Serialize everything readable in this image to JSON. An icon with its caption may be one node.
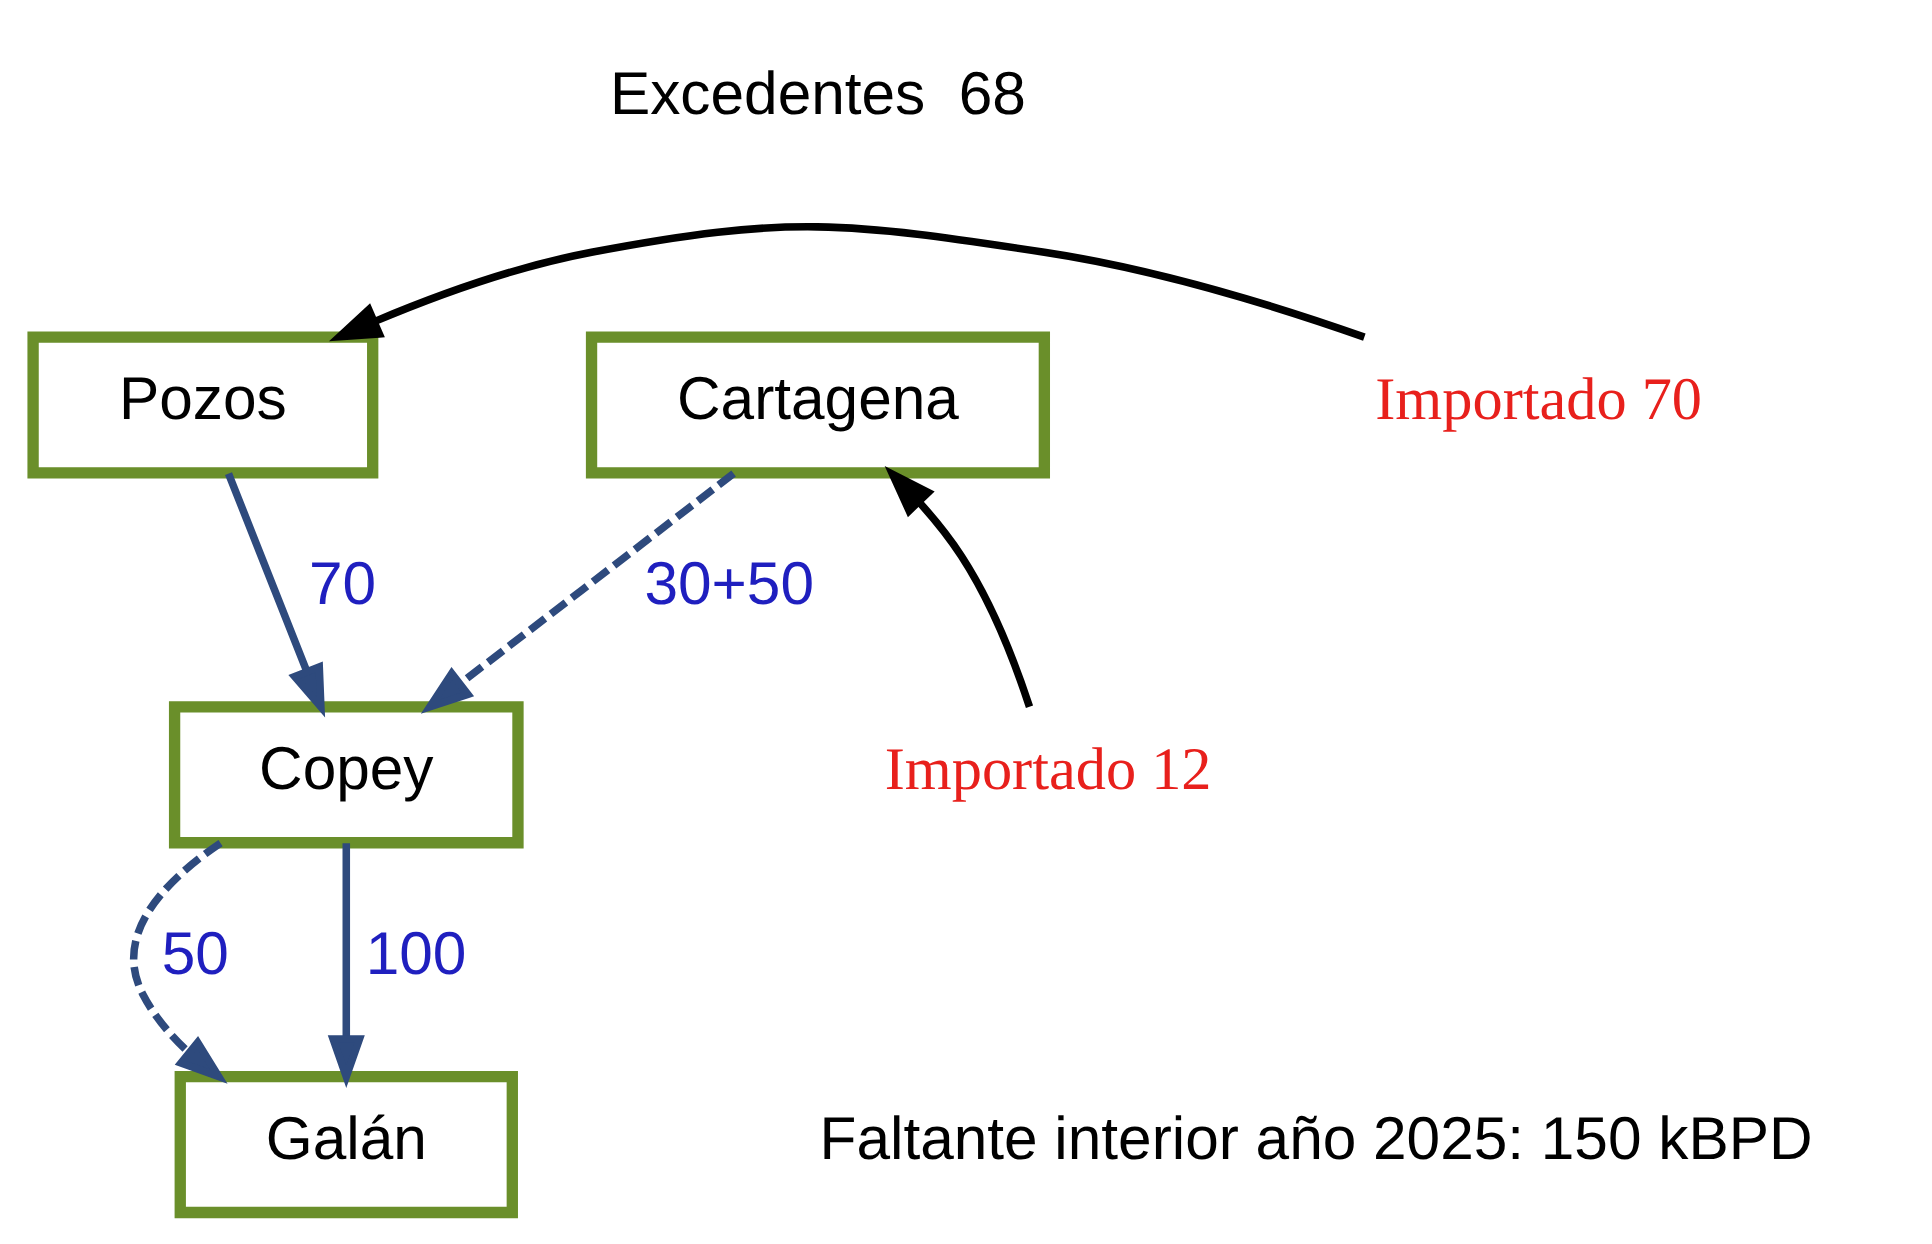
{
  "diagram": {
    "nodes": [
      {
        "text": [
          "Pozos"
        ]
      },
      {
        "text": [
          "Cartagena"
        ],
        "beside": [
          "Excedentes  68"
        ]
      },
      {
        "text": [
          "Copey"
        ]
      },
      {
        "text": [
          "Galán"
        ]
      },
      {
        "text": [
          "Importado 70"
        ]
      },
      {
        "text": [
          "Importado 12"
        ]
      }
    ],
    "edges": [
      {
        "from": 4,
        "to": 0,
        "arrow": "to",
        "color": "#000000"
      },
      {
        "from": 5,
        "to": 1,
        "arrow": "to",
        "color": "#000000"
      },
      {
        "from": 1,
        "to": 2,
        "arrow": "to",
        "label": "30+50",
        "style": "dashed"
      },
      {
        "from": 0,
        "to": 2,
        "arrow": "to",
        "label": "70"
      },
      {
        "from": 2,
        "to": 3,
        "arrow": "to",
        "label": "50",
        "style": "dashed"
      },
      {
        "from": 2,
        "to": 3,
        "arrow": "to",
        "label": "100"
      }
    ],
    "labels": [
      "Faltante interior año 2025: 150 kBPD"
    ]
  }
}
